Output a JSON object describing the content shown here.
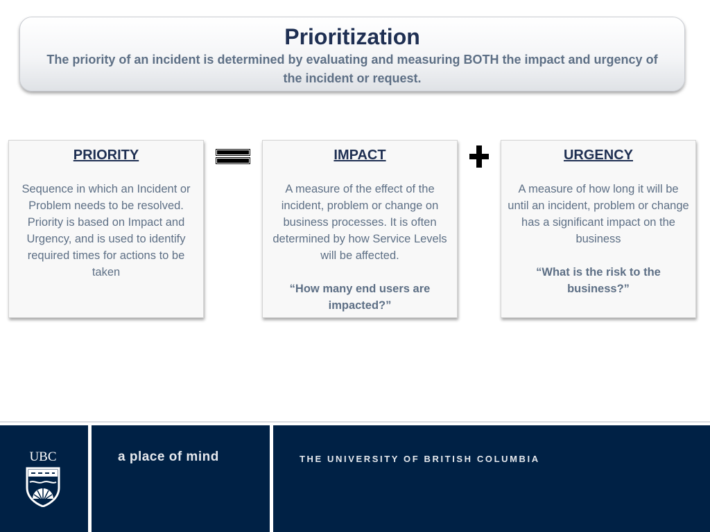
{
  "header": {
    "title": "Prioritization",
    "subtitle": "The priority of an incident is determined by evaluating and measuring BOTH the impact and urgency of the incident or request."
  },
  "cards": [
    {
      "heading": "PRIORITY",
      "body": "Sequence in which an Incident or Problem needs to be resolved. Priority is based on Impact and Urgency, and is used to identify required times for actions to be taken",
      "question": ""
    },
    {
      "heading": "IMPACT",
      "body": "A measure of the effect of the incident, problem or change on business processes.  It is often determined by how Service Levels will be affected.",
      "question": "“How many end users are impacted?”"
    },
    {
      "heading": "URGENCY",
      "body": "A measure of how long it will be until an incident, problem or change has a significant impact on the business",
      "question": "“What is the risk to the business?”"
    }
  ],
  "operators": {
    "equals_icon": "equals-icon",
    "plus_icon": "plus-icon"
  },
  "footer": {
    "logo_text": "UBC",
    "tagline": "a place of mind",
    "university": "THE UNIVERSITY OF BRITISH COLUMBIA",
    "background_color": "#002145"
  },
  "colors": {
    "title": "#1e2f52",
    "body_text": "#5d6f85"
  }
}
